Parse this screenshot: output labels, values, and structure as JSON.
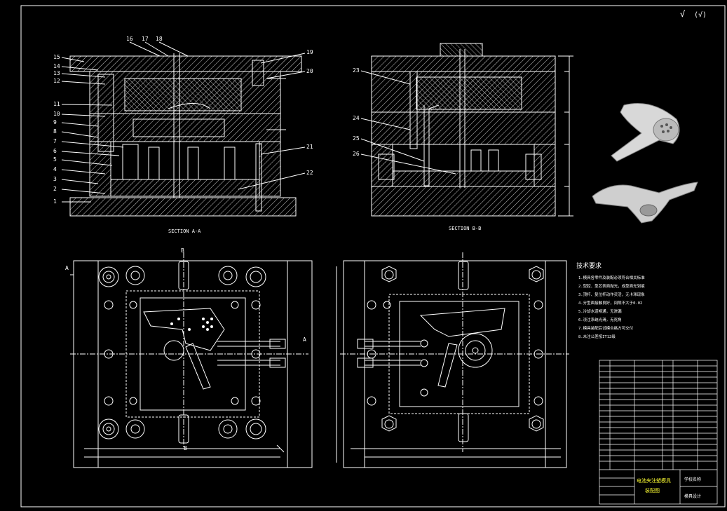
{
  "drawing": {
    "roughness_symbol": "√",
    "section_a_label": "SECTION A-A",
    "section_b_label": "SECTION B-B",
    "balloons_left": [
      "1",
      "2",
      "3",
      "4",
      "5",
      "6",
      "7",
      "8",
      "9",
      "10",
      "11",
      "12",
      "13",
      "14",
      "15"
    ],
    "balloons_top": [
      "16",
      "17",
      "18"
    ],
    "balloons_right": [
      "19",
      "20",
      "21",
      "22"
    ],
    "balloons_mid": [
      "23",
      "24",
      "25",
      "26"
    ],
    "cut_mark_a": "A",
    "cut_mark_b": "B",
    "tech_title": "技术要求",
    "tech_lines": [
      "1.模具各零件及装配必须符合相关标准",
      "2.型腔、型芯表面抛光，成型面无划痕",
      "3.顶杆、复位杆动作灵活，无卡滞现象",
      "4.分型面接触良好，间隙不大于0.02",
      "5.冷却水道畅通，无渗漏",
      "6.浇注系统光滑，无死角",
      "7.模具装配后试模合格方可交付",
      "8.未注公差按IT12级"
    ],
    "title_block": {
      "part_name": "电池夹注塑模具",
      "drawing_type": "装配图",
      "school": "学校名称",
      "dept": "模具设计"
    }
  }
}
